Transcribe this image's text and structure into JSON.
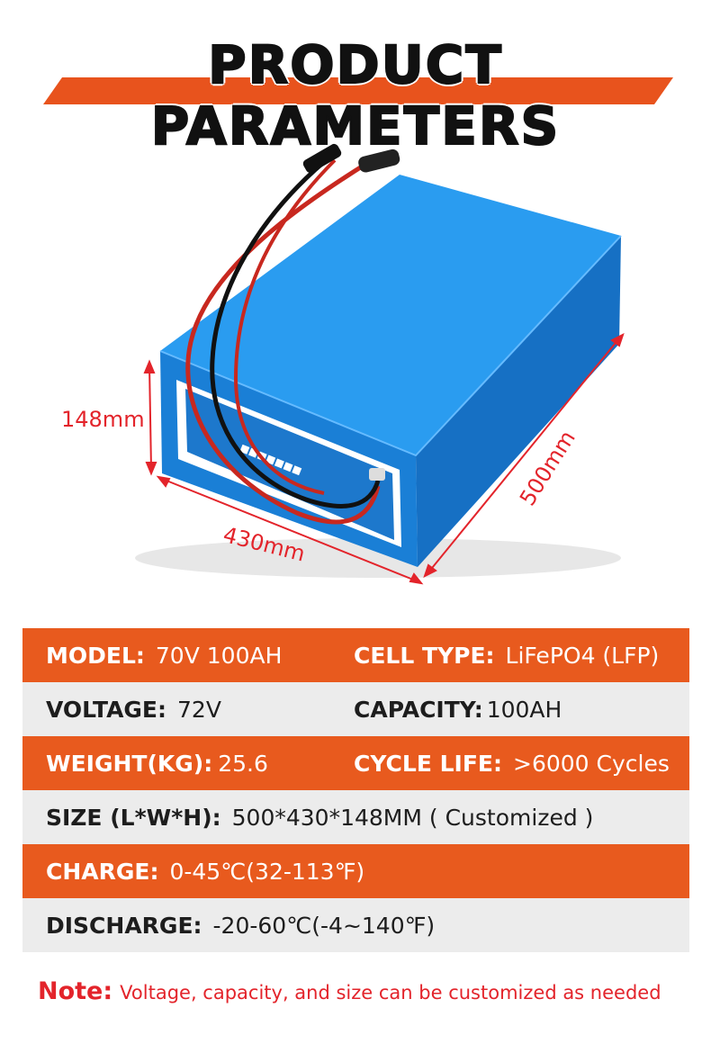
{
  "header": {
    "title": "PRODUCT PARAMETERS"
  },
  "illustration": {
    "dim_height": "148mm",
    "dim_width": "430mm",
    "dim_depth": "500mm",
    "body_color": "#1f8fe0",
    "wire_red": "#c8281f",
    "wire_black": "#111111"
  },
  "specs": {
    "model": {
      "key": "MODEL:",
      "value": "70V 100AH"
    },
    "cell_type": {
      "key": "CELL TYPE:",
      "value": "LiFePO4 (LFP)"
    },
    "voltage": {
      "key": "VOLTAGE:",
      "value": "72V"
    },
    "capacity": {
      "key": "CAPACITY:",
      "value": "100AH"
    },
    "weight": {
      "key": "WEIGHT(KG):",
      "value": "25.6"
    },
    "cycle_life": {
      "key": "CYCLE LIFE:",
      "value": ">6000 Cycles"
    },
    "size": {
      "key": "SIZE (L*W*H):",
      "value": "500*430*148MM ( Customized )"
    },
    "charge": {
      "key": "CHARGE:",
      "value": "0-45℃(32-113℉)"
    },
    "discharge": {
      "key": "DISCHARGE:",
      "value": "-20-60℃(-4~140℉)"
    }
  },
  "note": {
    "label": "Note:",
    "text": "Voltage, capacity, and size can be customized as needed"
  },
  "colors": {
    "accent_orange": "#e85a1e",
    "row_gray": "#ececec",
    "note_red": "#e3242b"
  }
}
